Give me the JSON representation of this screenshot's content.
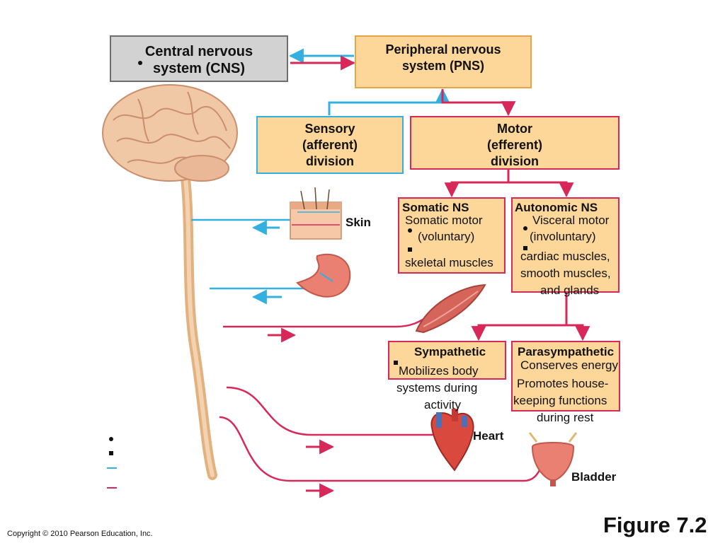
{
  "cns": {
    "line1": "Central nervous",
    "line2": "system (CNS)"
  },
  "pns": {
    "line1": "Peripheral nervous",
    "line2": "system (PNS)"
  },
  "sensory": {
    "line1": "Sensory",
    "line2": "(afferent)",
    "line3": "division"
  },
  "motor": {
    "line1": "Motor",
    "line2": "(efferent)",
    "line3": "division"
  },
  "somatic": {
    "title": "Somatic NS",
    "line1": "Somatic motor",
    "line2": "(voluntary)",
    "line3": "skeletal muscles"
  },
  "autonomic": {
    "title": "Autonomic NS",
    "line1": "Visceral motor",
    "line2": "(involuntary)",
    "line3": "cardiac muscles,",
    "line4": "smooth muscles,",
    "line5": "and glands"
  },
  "sympathetic": {
    "title": "Sympathetic",
    "line1": "Mobilizes body",
    "line2": "systems during",
    "line3": "activity"
  },
  "parasympathetic": {
    "title": "Parasympathetic",
    "line1": "Conserves energy",
    "line2": "Promotes house-",
    "line3": "keeping functions",
    "line4": "during rest"
  },
  "labels": {
    "skin": "Skin",
    "heart": "Heart",
    "bladder": "Bladder"
  },
  "figure": "Figure 7.2",
  "copyright": "Copyright © 2010 Pearson Education, Inc.",
  "colors": {
    "afferent": "#33b0e0",
    "efferent": "#d8285a",
    "box_fill": "#fdd79a"
  },
  "icons": [
    "brain-icon",
    "skin-icon",
    "stomach-icon",
    "muscle-icon",
    "heart-icon",
    "bladder-icon"
  ]
}
